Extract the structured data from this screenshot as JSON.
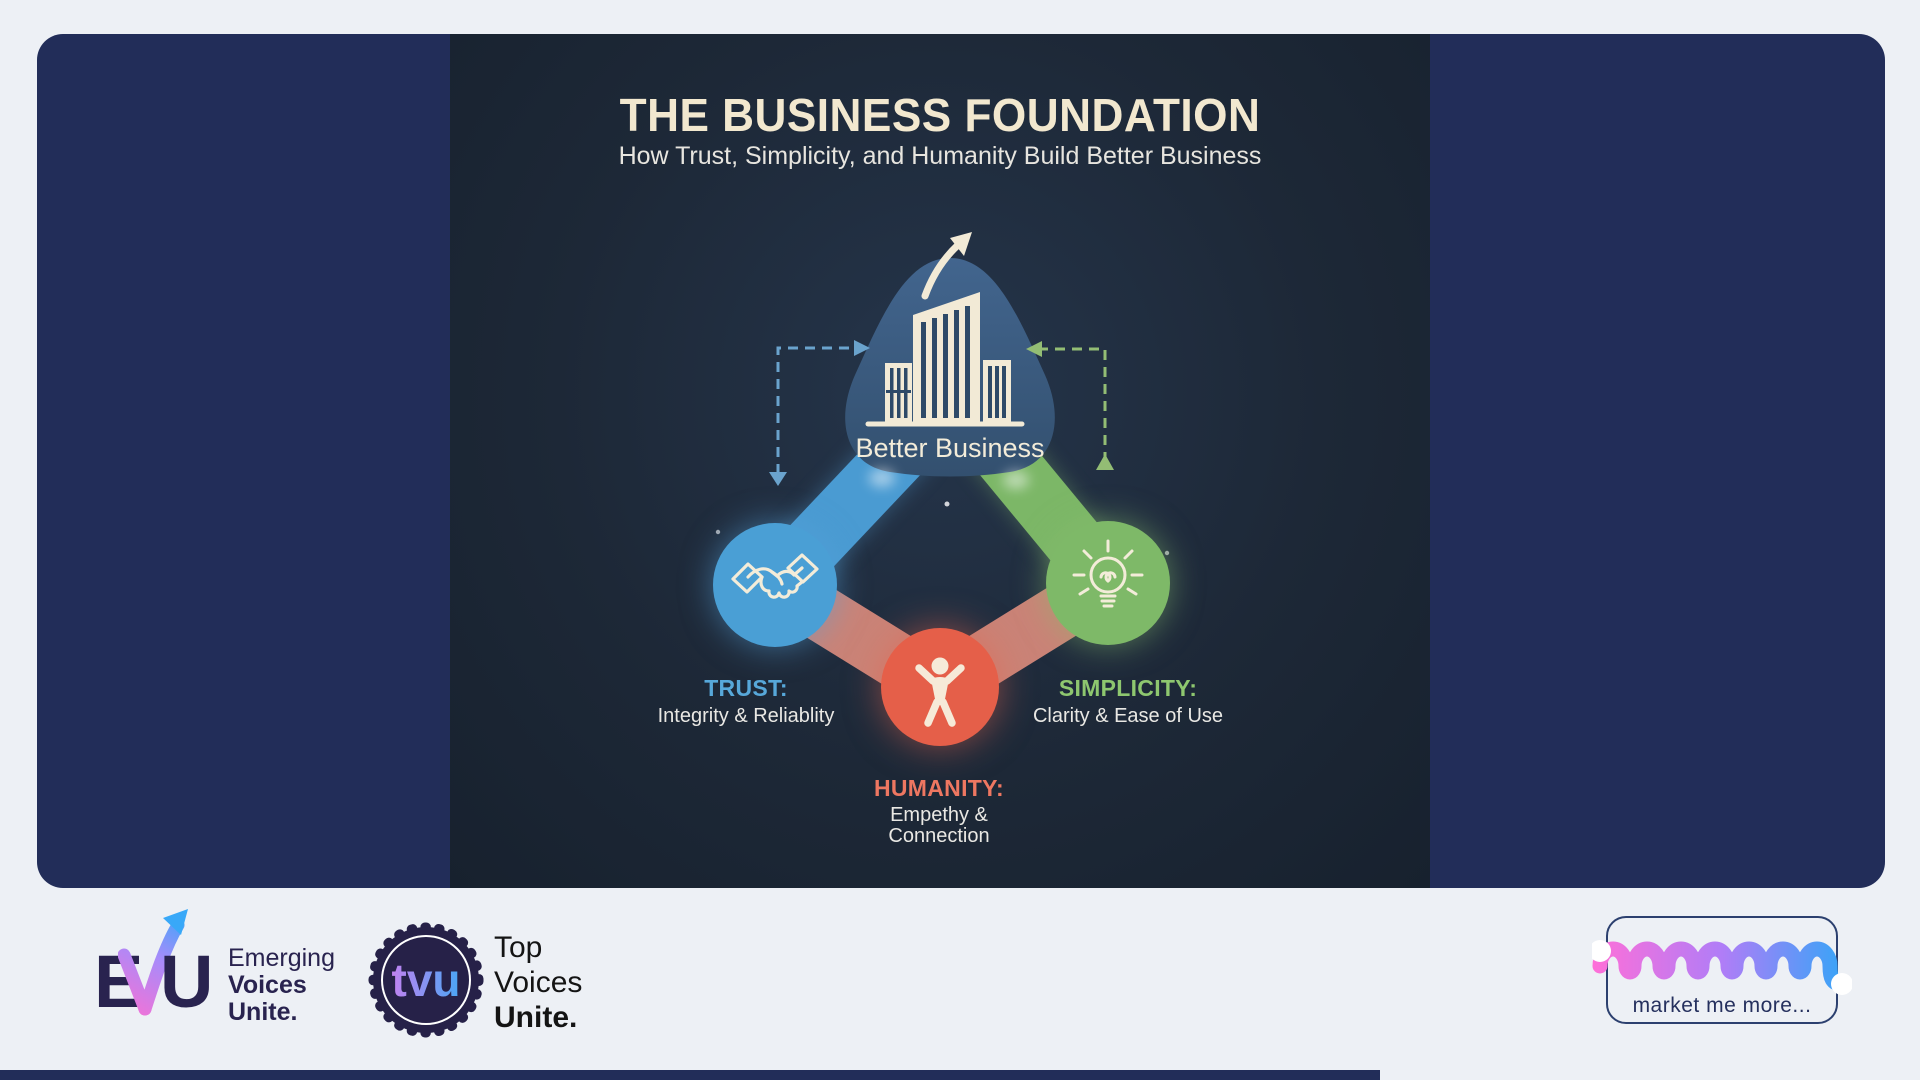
{
  "page": {
    "background": "#edf0f5",
    "card_color": "#222d59"
  },
  "infographic": {
    "title": "THE BUSINESS FOUNDATION",
    "subtitle": "How Trust, Simplicity, and Humanity Build Better Business",
    "center": {
      "label": "Better Business",
      "icon": "building-growth-icon"
    },
    "nodes": [
      {
        "id": "trust",
        "title": "TRUST:",
        "description": "Integrity & Reliablity",
        "circle_color": "#4a9fd5",
        "label_color": "#57a8da",
        "icon": "handshake-icon"
      },
      {
        "id": "simplicity",
        "title": "SIMPLICITY:",
        "description": "Clarity & Ease of Use",
        "circle_color": "#7eb968",
        "label_color": "#8ec76f",
        "icon": "lightbulb-icon"
      },
      {
        "id": "humanity",
        "title": "HUMANITY:",
        "description_line1": "Empethy &",
        "description_line2": "Connection",
        "circle_color": "#e55f49",
        "label_color": "#ee7761",
        "icon": "person-icon"
      }
    ]
  },
  "footer": {
    "evu": {
      "letter_e": "E",
      "letter_u": "U",
      "lines": [
        "Emerging",
        "Voices",
        "Unite."
      ]
    },
    "tvu": {
      "badge": "tvu",
      "lines": [
        "Top",
        "Voices",
        "Unite."
      ]
    },
    "mmm": {
      "tagline": "market me more..."
    }
  }
}
